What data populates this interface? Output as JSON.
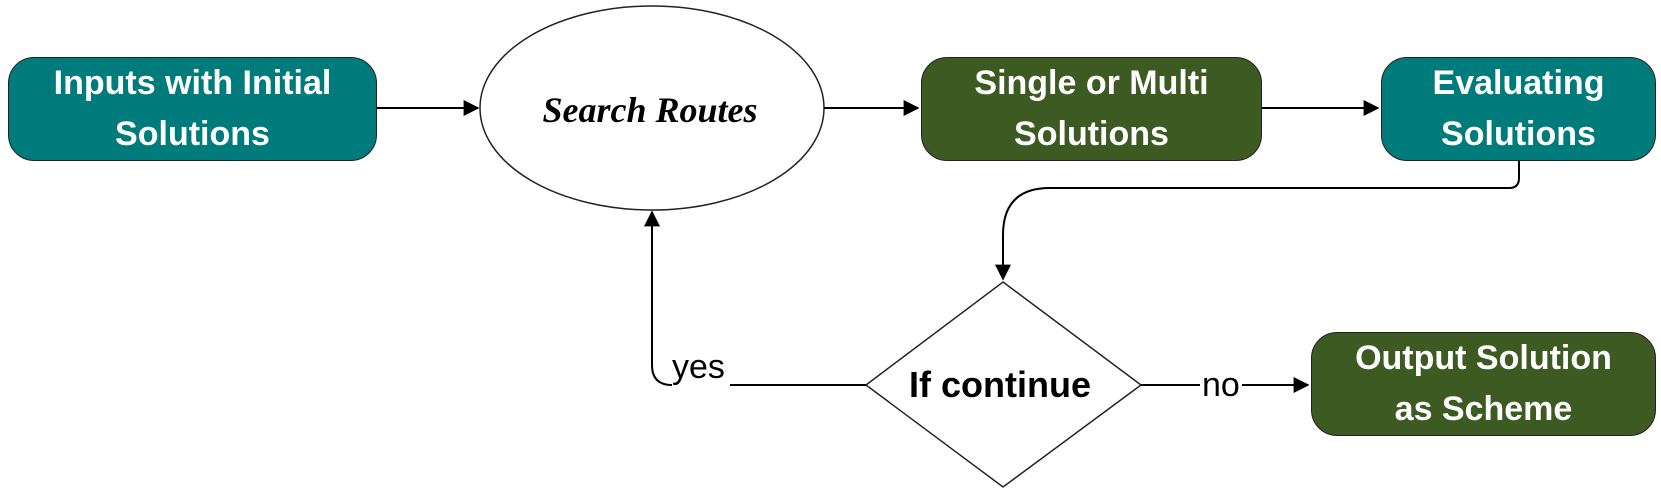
{
  "nodes": {
    "inputs": {
      "label": "Inputs with Initial\nSolutions",
      "color": "#007b7b"
    },
    "search": {
      "label": "Search Routes"
    },
    "single_multi": {
      "label": "Single or Multi\nSolutions",
      "color": "#3d5a22"
    },
    "evaluating": {
      "label": "Evaluating\nSolutions",
      "color": "#007b7b"
    },
    "decision": {
      "label": "If continue"
    },
    "output": {
      "label": "Output Solution\nas Scheme",
      "color": "#3d5a22"
    }
  },
  "edges": {
    "yes_label": "yes",
    "no_label": "no"
  }
}
